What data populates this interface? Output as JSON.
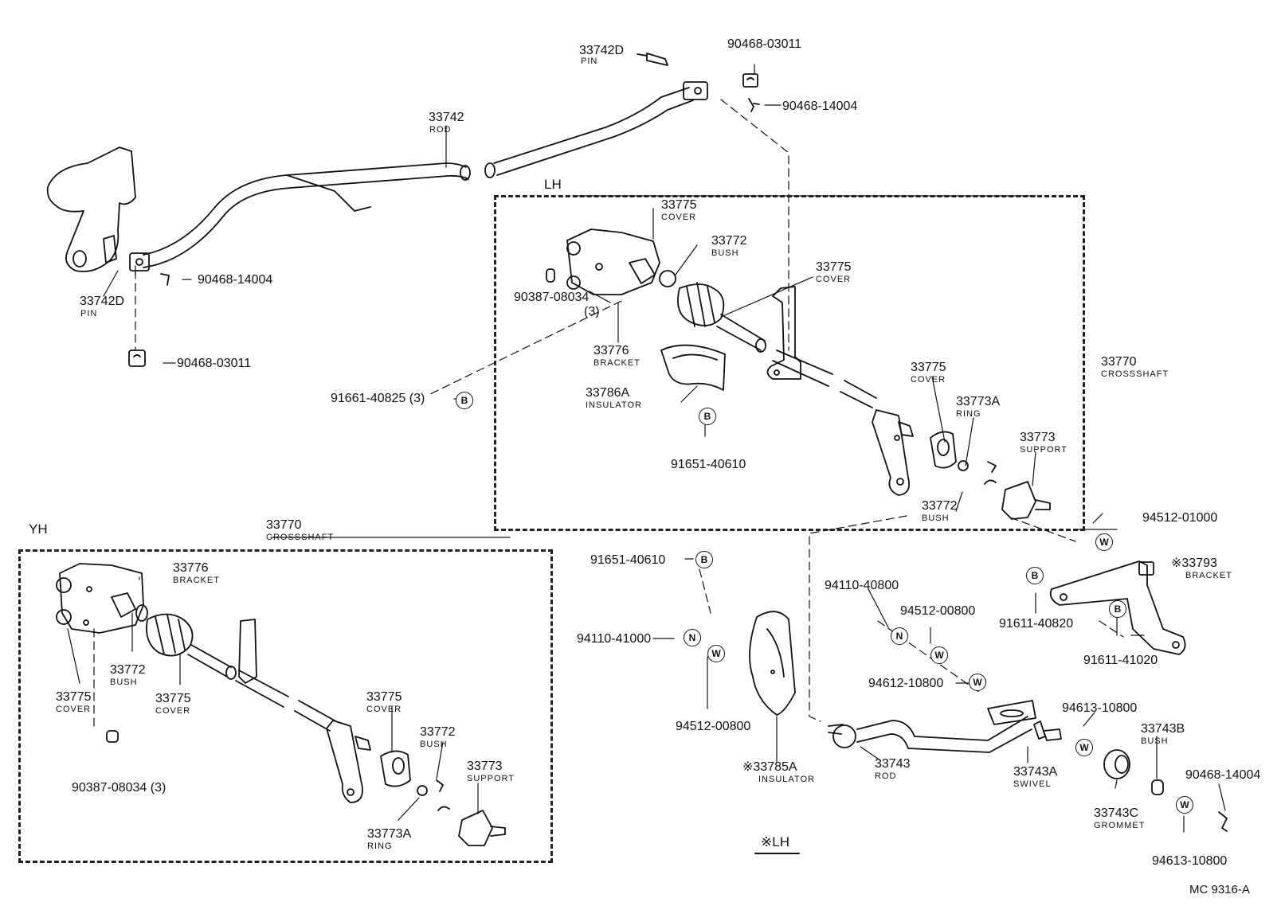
{
  "labels": {
    "p33742D_top": "33742D",
    "pin_top": "PIN",
    "p90468_03011_top": "90468-03011",
    "p90468_14004_top": "90468-14004",
    "p33742": "33742",
    "rod": "ROD",
    "lh_box": "LH",
    "p90468_14004_left": "90468-14004",
    "p33742D_left": "33742D",
    "pin_left": "PIN",
    "p90468_03011_left": "90468-03011",
    "p91661": "91661-40825 (3)",
    "c_33775_a": "33775",
    "cover_a": "COVER",
    "c_33772_a": "33772",
    "bush_a": "BUSH",
    "c_33775_b": "33775",
    "cover_b": "COVER",
    "c_90387_a": "90387-08034",
    "c_90387_a_qty": "(3)",
    "c_33776_a": "33776",
    "bracket_a": "BRACKET",
    "c_33786A": "33786A",
    "insulator_a": "INSULATOR",
    "c_91651_a": "91651-40610",
    "c_33775_c": "33775",
    "cover_c": "COVER",
    "c_33773A_a": "33773A",
    "ring_a": "RING",
    "c_33773_a": "33773",
    "support_a": "SUPPORT",
    "c_33770_a": "33770",
    "crossshaft_a": "CROSSSHAFT",
    "c_33772_b": "33772",
    "bush_b": "BUSH",
    "c_94512_01000": "94512-01000",
    "c_33793": "※33793",
    "bracket_r": "BRACKET",
    "c_91611_40820": "91611-40820",
    "c_91611_41020": "91611-41020",
    "yh_box": "YH",
    "c_33770_b": "33770",
    "crossshaft_b": "CROSSSHAFT",
    "c_33776_b": "33776",
    "bracket_b": "BRACKET",
    "c_33772_c": "33772",
    "bush_c": "BUSH",
    "c_33775_d": "33775",
    "cover_d": "COVER",
    "c_33775_e": "33775",
    "cover_e": "COVER",
    "c_33775_f": "33775",
    "cover_f": "COVER",
    "c_33772_d": "33772",
    "bush_d": "BUSH",
    "c_33773_b": "33773",
    "support_b": "SUPPORT",
    "c_90387_b": "90387-08034 (3)",
    "c_33773A_b": "33773A",
    "ring_b": "RING",
    "c_91651_b": "91651-40610",
    "c_94110_41000": "94110-41000",
    "c_94512_00800_a": "94512-00800",
    "c_33785A": "※33785A",
    "insulator_b": "INSULATOR",
    "c_94110_40800": "94110-40800",
    "c_94512_00800_b": "94512-00800",
    "c_94612_10800": "94612-10800",
    "c_33743": "33743",
    "rod_b": "ROD",
    "c_33743A": "33743A",
    "swivel": "SWIVEL",
    "c_94613_a": "94613-10800",
    "c_33743B": "33743B",
    "bush_e": "BUSH",
    "c_33743C": "33743C",
    "grommet": "GROMMET",
    "c_90468_14004_br": "90468-14004",
    "c_94613_b": "94613-10800",
    "lh_note": "※LH",
    "footer": "MC  9316-A"
  },
  "badges": {
    "B": "B",
    "W": "W",
    "N": "N"
  },
  "colors": {
    "ink": "#111111",
    "paper": "#ffffff"
  }
}
